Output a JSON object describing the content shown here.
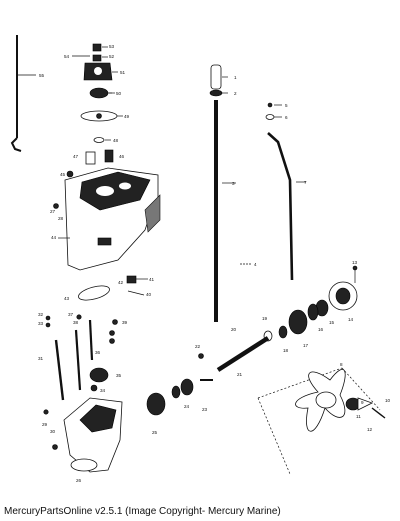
{
  "footer": "MercuryPartsOnline v2.5.1 (Image Copyright- Mercury Marine)",
  "callouts": [
    "1",
    "2",
    "3",
    "4",
    "5",
    "6",
    "7",
    "8",
    "9",
    "10",
    "11",
    "12",
    "13",
    "14",
    "15",
    "16",
    "17",
    "18",
    "19",
    "20",
    "21",
    "22",
    "23",
    "24",
    "25",
    "26",
    "27",
    "28",
    "29",
    "30",
    "31",
    "32",
    "33",
    "34",
    "35",
    "36",
    "37",
    "38",
    "39",
    "40",
    "41",
    "42",
    "43",
    "44",
    "45",
    "46",
    "47",
    "48",
    "49",
    "50",
    "51",
    "52",
    "53",
    "54",
    "55"
  ]
}
